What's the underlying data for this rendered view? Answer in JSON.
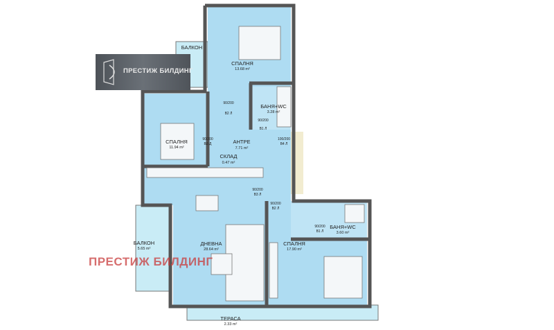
{
  "logo": {
    "text": "ПРЕСТИЖ БИЛДИНГ"
  },
  "watermark": {
    "text": "ПРЕСТИЖ БИЛДИНГ",
    "color": "#c83c3c"
  },
  "colors": {
    "room_fill": "#aedcf2",
    "wall": "#555555"
  },
  "rooms": [
    {
      "name": "СПАЛНЯ",
      "area": "13.68 m²"
    },
    {
      "name": "БАНЯ+WC",
      "area": "3.28 m²"
    },
    {
      "name": "СПАЛНЯ",
      "area": "11.94 m²"
    },
    {
      "name": "АНТРЕ",
      "area": "7.71 m²"
    },
    {
      "name": "СКЛАД",
      "area": "0.47 m²"
    },
    {
      "name": "ДНЕВНА",
      "area": "28.64 m²"
    },
    {
      "name": "БАЛКОН",
      "area": "5.65 m²"
    },
    {
      "name": "СПАЛНЯ",
      "area": "17.90 m²"
    },
    {
      "name": "БАНЯ+WC",
      "area": "3.60 m²"
    },
    {
      "name": "ТЕРАСА",
      "area": "2.33 m²"
    },
    {
      "name": "БАЛКОН"
    }
  ],
  "doors": [
    {
      "size": "90/200",
      "code": "B2 Л"
    },
    {
      "size": "90/200",
      "code": "B1 Л"
    },
    {
      "size": "90/200",
      "code": "B3 Д"
    },
    {
      "size": "100/200",
      "code": "B4 Л"
    },
    {
      "size": "90/200",
      "code": "B3 Л"
    },
    {
      "size": "90/200",
      "code": "B2 Л"
    },
    {
      "size": "90/200",
      "code": "B1 Л"
    }
  ]
}
